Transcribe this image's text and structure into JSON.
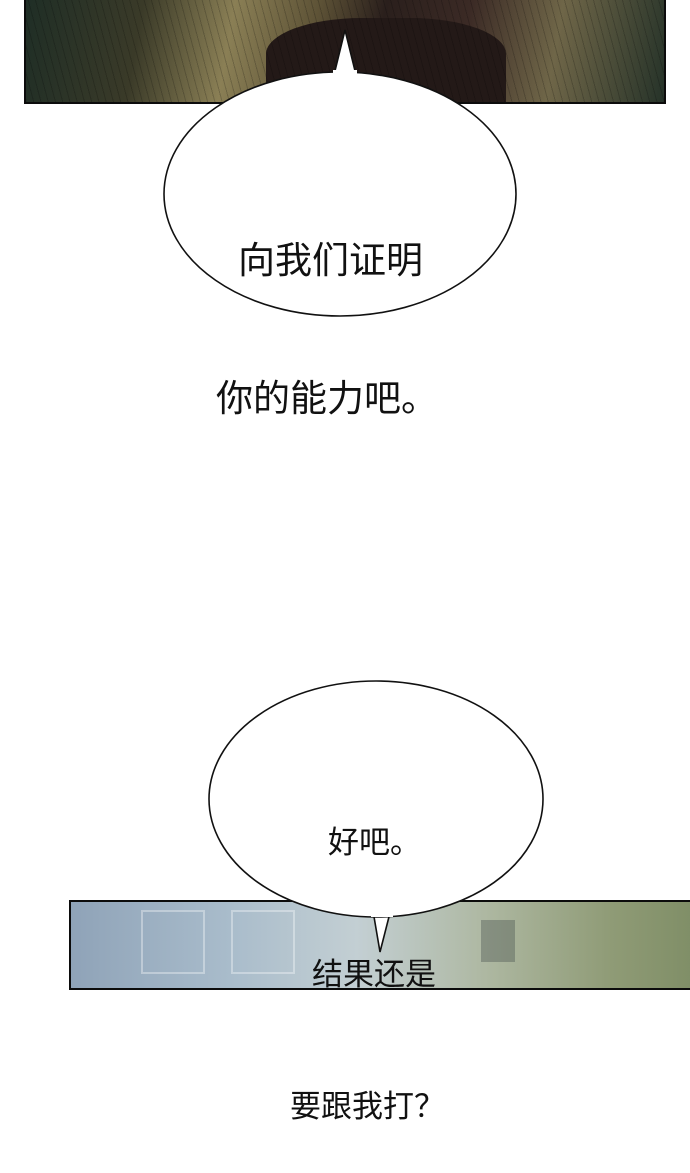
{
  "page": {
    "background": "#ffffff"
  },
  "bubble_top": {
    "line1": "向我们证明",
    "line2": "你的能力吧。"
  },
  "bubble_bottom": {
    "line1": "好吧。",
    "line2": "结果还是",
    "line3": "要跟我打？"
  },
  "colors": {
    "ink": "#111111",
    "panel_border": "#0c0c0c"
  }
}
